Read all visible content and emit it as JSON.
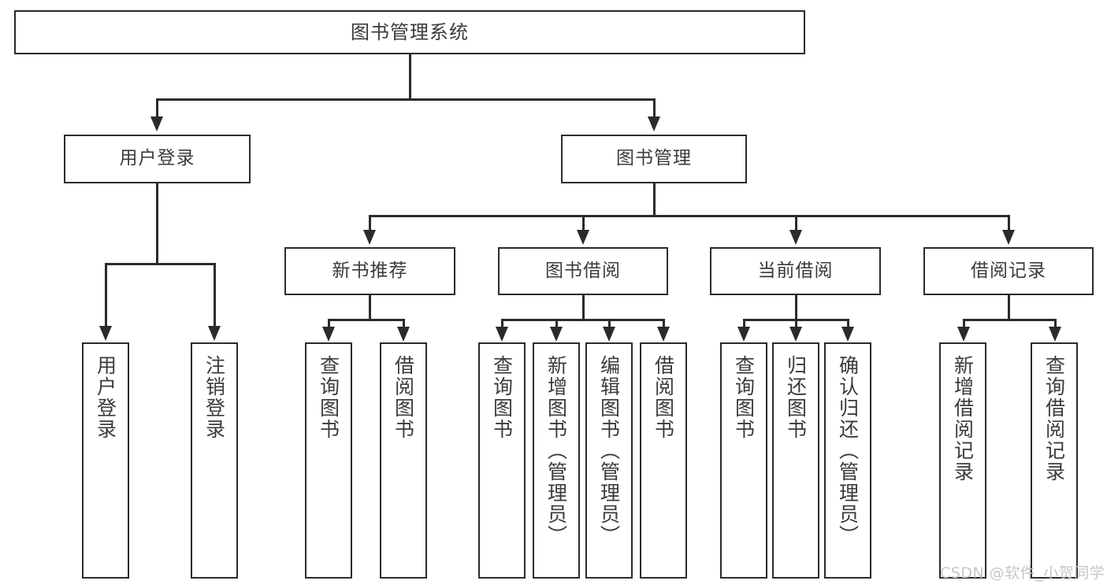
{
  "diagram": {
    "title": "图书管理系统",
    "type": "hierarchy-tree",
    "root": {
      "label": "图书管理系统"
    },
    "level2": [
      {
        "label": "用户登录"
      },
      {
        "label": "图书管理"
      }
    ],
    "level3": [
      {
        "label": "新书推荐"
      },
      {
        "label": "图书借阅"
      },
      {
        "label": "当前借阅"
      },
      {
        "label": "借阅记录"
      }
    ],
    "leaves": {
      "user_login": [
        {
          "label": "用户登录"
        },
        {
          "label": "注销登录"
        }
      ],
      "new_book_recommend": [
        {
          "label": "查询图书"
        },
        {
          "label": "借阅图书"
        }
      ],
      "book_borrow": [
        {
          "label": "查询图书"
        },
        {
          "label": "新增图书（管理员）"
        },
        {
          "label": "编辑图书（管理员）"
        },
        {
          "label": "借阅图书"
        }
      ],
      "current_borrow": [
        {
          "label": "查询图书"
        },
        {
          "label": "归还图书"
        },
        {
          "label": "确认归还（管理员）"
        }
      ],
      "borrow_record": [
        {
          "label": "新增借阅记录"
        },
        {
          "label": "查询借阅记录"
        }
      ]
    }
  },
  "watermark": {
    "text": "CSDN @软件_小贺同学"
  },
  "colors": {
    "stroke": "#2b2b2b",
    "text": "#3b3b3b",
    "background": "#ffffff",
    "watermark": "#c6c6c6"
  }
}
